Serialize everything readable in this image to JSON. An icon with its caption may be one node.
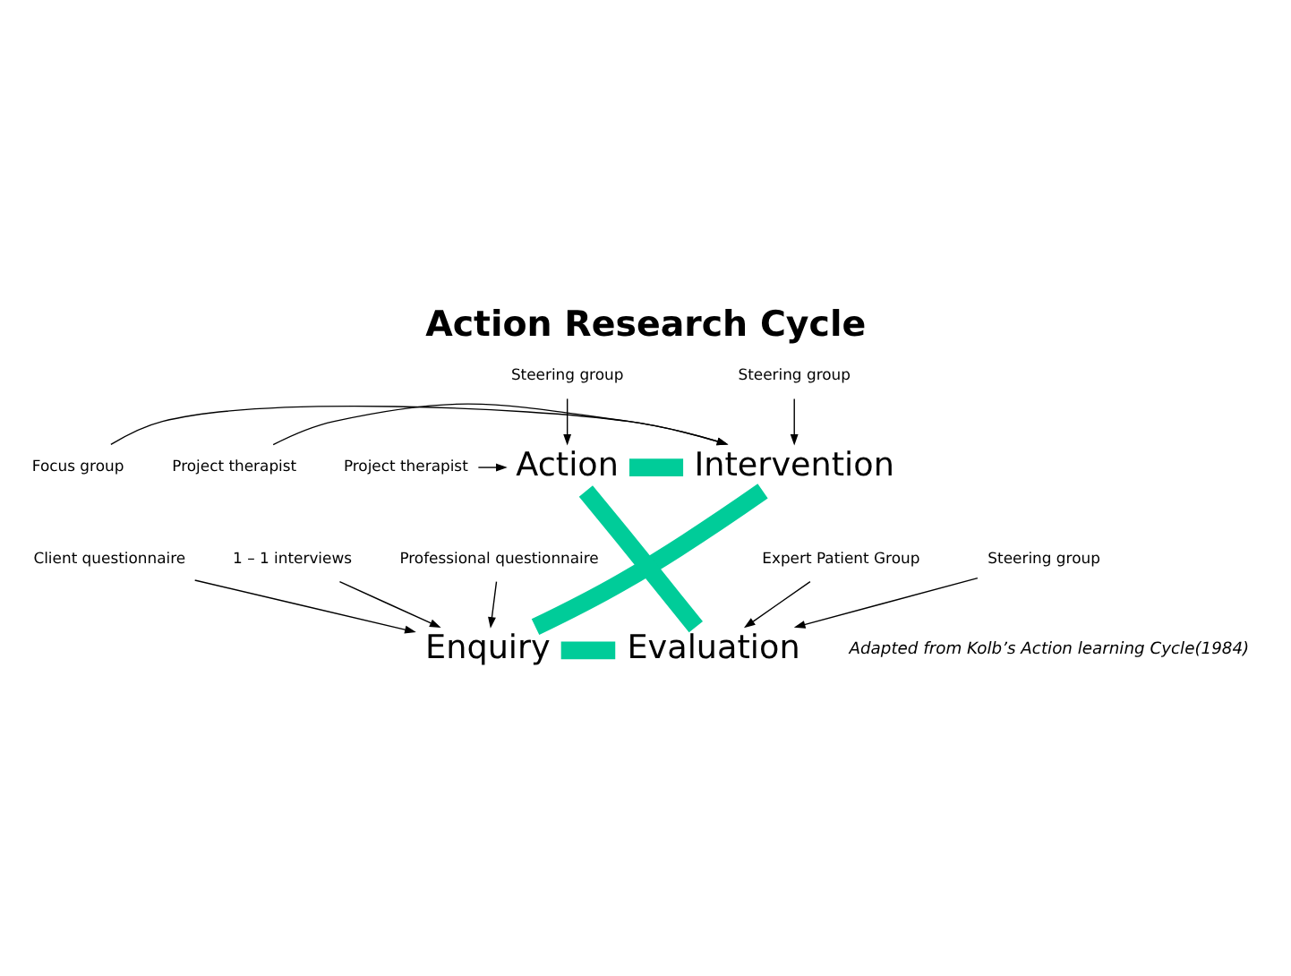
{
  "diagram": {
    "title": "Action Research Cycle",
    "caption": "Adapted from Kolb’s Action learning Cycle(1984)",
    "nodes": [
      {
        "text": [
          "Action"
        ]
      },
      {
        "text": [
          "Intervention"
        ]
      },
      {
        "text": [
          "Enquiry"
        ]
      },
      {
        "text": [
          "Evaluation"
        ]
      },
      {
        "text": [
          "Steering group"
        ]
      },
      {
        "text": [
          "Project therapist"
        ]
      },
      {
        "text": [
          "Steering group"
        ]
      },
      {
        "text": [
          "Project therapist"
        ]
      },
      {
        "text": [
          "Focus group"
        ]
      },
      {
        "text": [
          "Client questionnaire"
        ]
      },
      {
        "text": [
          "1 – 1 interviews"
        ]
      },
      {
        "text": [
          "Professional questionnaire"
        ]
      },
      {
        "text": [
          "Expert Patient Group"
        ]
      },
      {
        "text": [
          "Steering group"
        ]
      }
    ],
    "edges": [
      {
        "from": 0,
        "to": 1,
        "arrow": "none",
        "style": "thick",
        "color": "#00cc99"
      },
      {
        "from": 1,
        "to": 2,
        "arrow": "none",
        "style": "thick",
        "color": "#00cc99"
      },
      {
        "from": 2,
        "to": 3,
        "arrow": "none",
        "style": "thick",
        "color": "#00cc99"
      },
      {
        "from": 3,
        "to": 0,
        "arrow": "none",
        "style": "thick",
        "color": "#00cc99"
      },
      {
        "from": 4,
        "to": 0,
        "arrow": "to"
      },
      {
        "from": 5,
        "to": 0,
        "arrow": "to"
      },
      {
        "from": 6,
        "to": 1,
        "arrow": "to"
      },
      {
        "from": 7,
        "to": 1,
        "arrow": "to"
      },
      {
        "from": 8,
        "to": 1,
        "arrow": "to"
      },
      {
        "from": 9,
        "to": 2,
        "arrow": "to"
      },
      {
        "from": 10,
        "to": 2,
        "arrow": "to"
      },
      {
        "from": 11,
        "to": 2,
        "arrow": "to"
      },
      {
        "from": 12,
        "to": 3,
        "arrow": "to"
      },
      {
        "from": 13,
        "to": 3,
        "arrow": "to"
      }
    ]
  }
}
